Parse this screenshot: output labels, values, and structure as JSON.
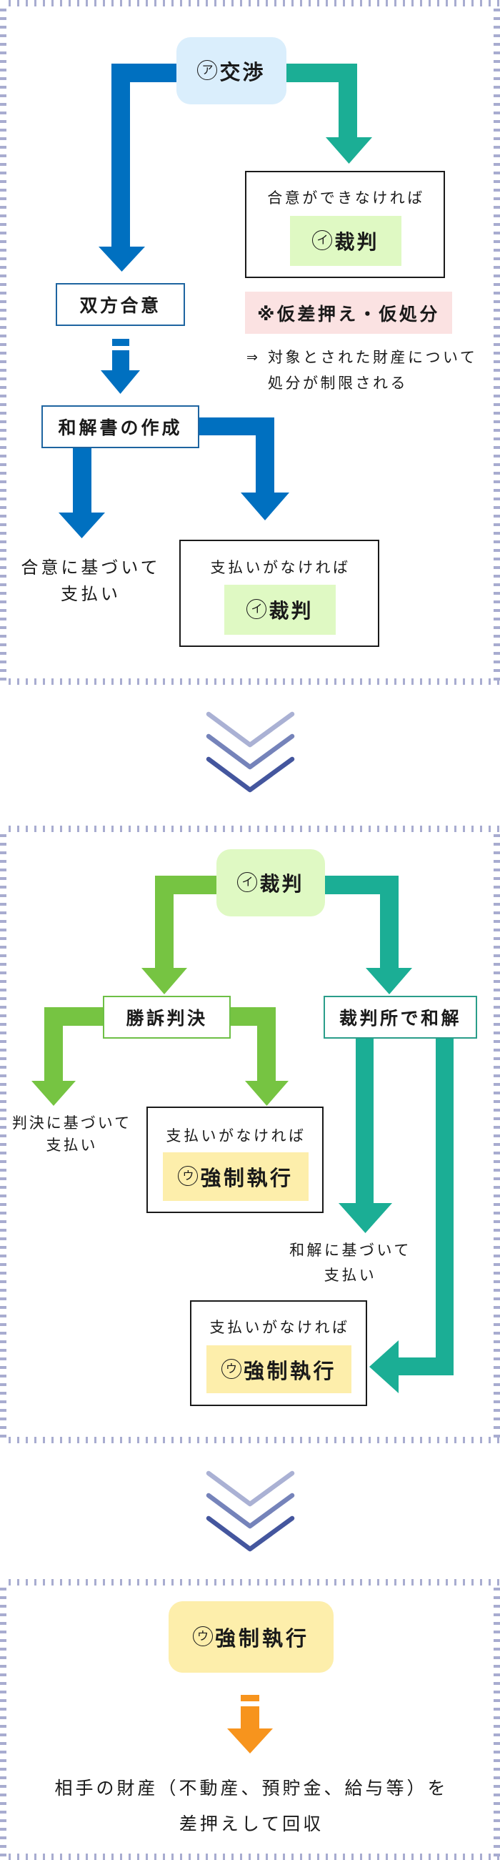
{
  "colors": {
    "frame_border": "#a8acd0",
    "arrow_blue": "#0070c0",
    "arrow_teal": "#1bae95",
    "arrow_green": "#76c442",
    "arrow_orange": "#f7941d",
    "node_negotiation_bg": "#daeefc",
    "node_trial_bg": "#dff9c3",
    "node_enforcement_bg": "#fdeeab",
    "note_bg": "#fbe2e2",
    "chevron_light": "#aab1d4",
    "chevron_mid": "#7583ba",
    "chevron_dark": "#44569e"
  },
  "section1": {
    "start": {
      "marker": "ア",
      "label": "交渉"
    },
    "no_agreement": {
      "condition": "合意ができなければ",
      "result": {
        "marker": "イ",
        "label": "裁判"
      }
    },
    "mutual_agreement": "双方合意",
    "provisional_note": {
      "title": "※仮差押え・仮処分",
      "arrow": "⇒",
      "lines": [
        "対象とされた財産について",
        "処分が制限される"
      ]
    },
    "settlement_document": "和解書の作成",
    "payment_by_agreement": {
      "lines": [
        "合意に基づいて",
        "支払い"
      ]
    },
    "no_payment": {
      "condition": "支払いがなければ",
      "result": {
        "marker": "イ",
        "label": "裁判"
      }
    }
  },
  "section2": {
    "start": {
      "marker": "イ",
      "label": "裁判"
    },
    "winning_judgment": "勝訴判決",
    "court_settlement": "裁判所で和解",
    "payment_by_judgment": {
      "lines": [
        "判決に基づいて",
        "支払い"
      ]
    },
    "no_payment_judgment": {
      "condition": "支払いがなければ",
      "result": {
        "marker": "ウ",
        "label": "強制執行"
      }
    },
    "payment_by_settlement": {
      "lines": [
        "和解に基づいて",
        "支払い"
      ]
    },
    "no_payment_settlement": {
      "condition": "支払いがなければ",
      "result": {
        "marker": "ウ",
        "label": "強制執行"
      }
    }
  },
  "section3": {
    "start": {
      "marker": "ウ",
      "label": "強制執行"
    },
    "outcome": {
      "lines": [
        "相手の財産（不動産、預貯金、給与等）を",
        "差押えして回収"
      ]
    }
  },
  "icons": {
    "section_separator": "triple-chevron-down-icon",
    "note_arrow": "double-right-arrow"
  }
}
